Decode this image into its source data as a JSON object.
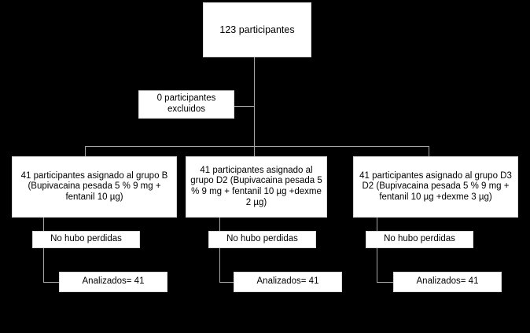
{
  "diagram": {
    "title": "CONSORT participant flow diagram",
    "colors": {
      "background": "#000000",
      "node_fill": "#ffffff",
      "node_border": "#d9d9d9",
      "connector": "#a6a6a6",
      "text": "#000000"
    },
    "enrollment": {
      "total": "123 participantes",
      "excluded": "0 participantes excluidos"
    },
    "groups": [
      {
        "id": "grupo-b",
        "label": "41 participantes asignado al grupo B (Bupivacaina pesada 5 % 9 mg + fentanil 10 µg)",
        "losses": "No hubo perdidas",
        "analyzed": "Analizados= 41"
      },
      {
        "id": "grupo-d2",
        "label": "41 participantes asignado al grupo D2 (Bupivacaina pesada 5 % 9 mg + fentanil 10 µg +dexme 2 µg)",
        "losses": "No hubo perdidas",
        "analyzed": "Analizados= 41"
      },
      {
        "id": "grupo-d3",
        "label": "41 participantes asignado al grupo D3 D2 (Bupivacaina pesada 5 % 9 mg + fentanil 10 µg +dexme 3 µg)",
        "losses": "No hubo perdidas",
        "analyzed": "Analizados= 41"
      }
    ]
  },
  "chart_data": {
    "type": "diagram",
    "title": "CONSORT participant flow diagram",
    "nodes": [
      {
        "id": "total",
        "text": "123 participantes",
        "value": 123,
        "level": 0
      },
      {
        "id": "excluded",
        "text": "0 participantes excluidos",
        "value": 0,
        "level": 1
      },
      {
        "id": "grupo-b",
        "text": "41 participantes asignado al grupo B (Bupivacaina pesada 5 % 9 mg + fentanil 10 µg)",
        "value": 41,
        "level": 2
      },
      {
        "id": "grupo-d2",
        "text": "41 participantes asignado al grupo D2 (Bupivacaina pesada 5 % 9 mg + fentanil 10 µg +dexme 2 µg)",
        "value": 41,
        "level": 2
      },
      {
        "id": "grupo-d3",
        "text": "41 participantes asignado al grupo D3 D2 (Bupivacaina pesada 5 % 9 mg + fentanil 10 µg +dexme 3 µg)",
        "value": 41,
        "level": 2
      },
      {
        "id": "loss-b",
        "text": "No hubo perdidas",
        "value": 0,
        "level": 3
      },
      {
        "id": "loss-d2",
        "text": "No hubo perdidas",
        "value": 0,
        "level": 3
      },
      {
        "id": "loss-d3",
        "text": "No hubo perdidas",
        "value": 0,
        "level": 3
      },
      {
        "id": "anal-b",
        "text": "Analizados= 41",
        "value": 41,
        "level": 4
      },
      {
        "id": "anal-d2",
        "text": "Analizados= 41",
        "value": 41,
        "level": 4
      },
      {
        "id": "anal-d3",
        "text": "Analizados= 41",
        "value": 41,
        "level": 4
      }
    ],
    "edges": [
      {
        "from": "total",
        "to": "excluded"
      },
      {
        "from": "total",
        "to": "grupo-b"
      },
      {
        "from": "total",
        "to": "grupo-d2"
      },
      {
        "from": "total",
        "to": "grupo-d3"
      },
      {
        "from": "grupo-b",
        "to": "loss-b"
      },
      {
        "from": "grupo-d2",
        "to": "loss-d2"
      },
      {
        "from": "grupo-d3",
        "to": "loss-d3"
      },
      {
        "from": "loss-b",
        "to": "anal-b"
      },
      {
        "from": "loss-d2",
        "to": "anal-d2"
      },
      {
        "from": "loss-d3",
        "to": "anal-d3"
      }
    ]
  }
}
